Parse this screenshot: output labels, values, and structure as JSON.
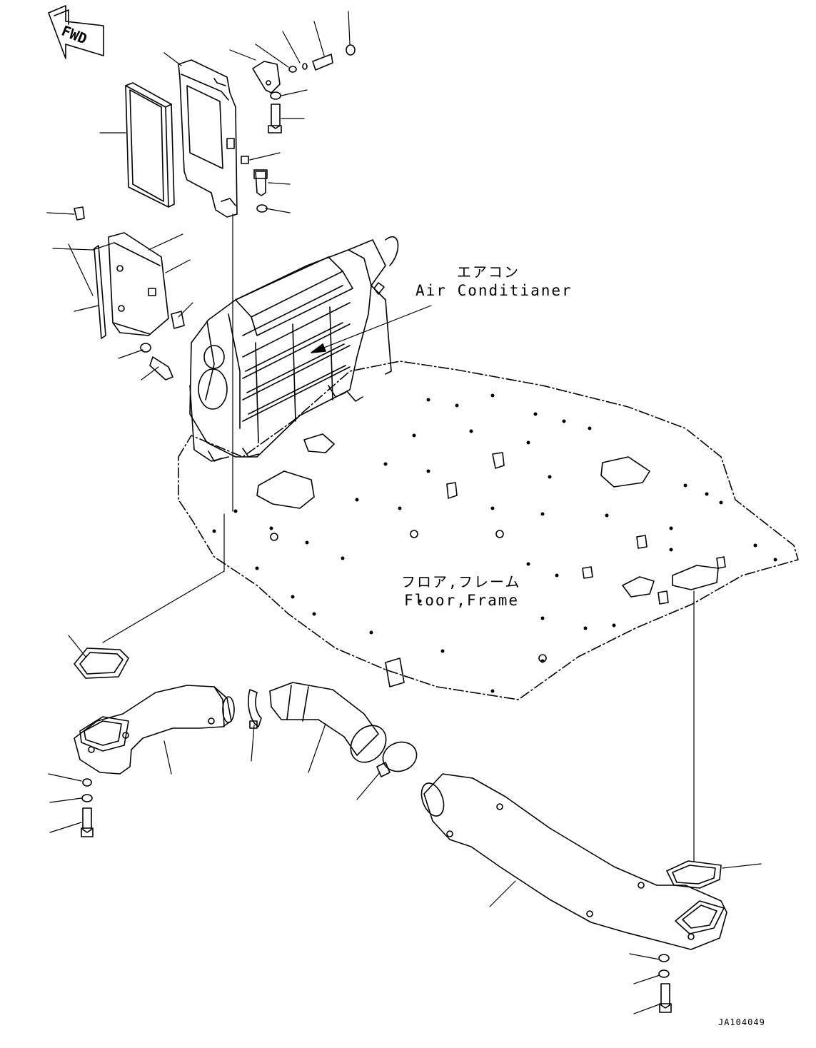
{
  "fwd_badge": {
    "text": "FWD",
    "icon": "fwd-arrow-icon"
  },
  "callouts": [
    {
      "id": "air-conditioner",
      "jp": "エアコン",
      "en": "Air Conditianer"
    },
    {
      "id": "floor-frame",
      "jp": "フロア,フレーム",
      "en": "Floor,Frame"
    }
  ],
  "drawing_number": "JA104049"
}
